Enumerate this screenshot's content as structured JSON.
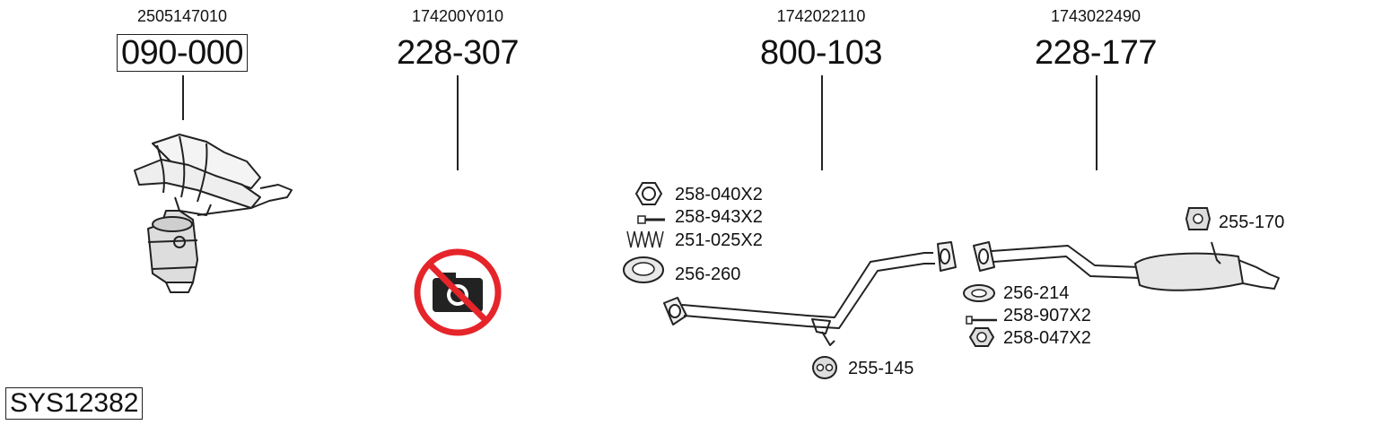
{
  "parts": [
    {
      "oem": "2505147010",
      "number": "090-000"
    },
    {
      "oem": "174200Y010",
      "number": "228-307"
    },
    {
      "oem": "1742022110",
      "number": "800-103"
    },
    {
      "oem": "1743022490",
      "number": "228-177"
    }
  ],
  "accessories": {
    "a1": "258-040X2",
    "a2": "258-943X2",
    "a3": "251-025X2",
    "a4": "256-260",
    "a5": "255-145",
    "a6": "255-170",
    "a7": "256-214",
    "a8": "258-907X2",
    "a9": "258-047X2"
  },
  "system_code": "SYS12382",
  "icons": {
    "no_photo": "no-photo-icon",
    "nut": "hex-nut-icon",
    "bolt": "bolt-icon",
    "spring": "spring-icon",
    "gasket": "gasket-icon",
    "hanger": "rubber-hanger-icon"
  },
  "colors": {
    "no_photo_red": "#e5252a",
    "line": "#222222"
  }
}
